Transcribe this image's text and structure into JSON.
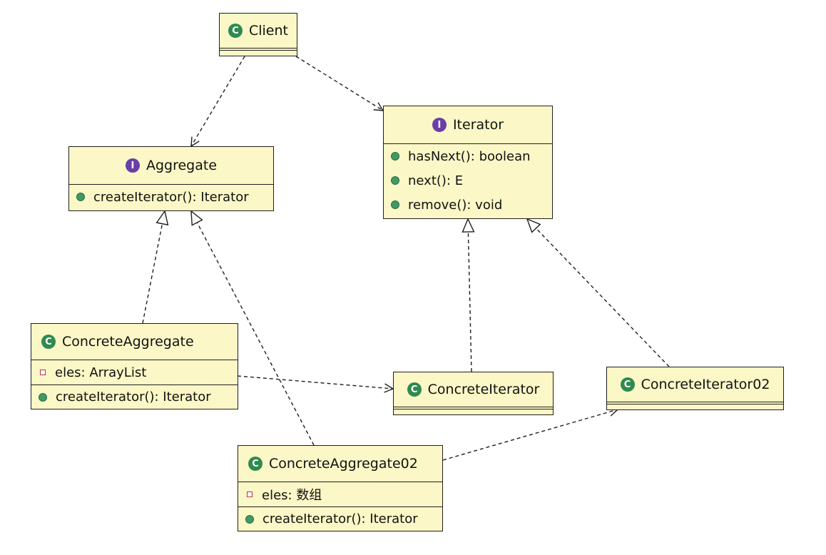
{
  "icons": {
    "class_letter": "C",
    "interface_letter": "I",
    "class_icon_color": "#2f8a4f",
    "interface_icon_color": "#6a3fa6",
    "method_icon_color": "#3f9a63",
    "field_icon_color": "#c0304a",
    "box_fill": "#fbf7c6"
  },
  "classes": {
    "client": {
      "name": "Client"
    },
    "iterator": {
      "name": "Iterator",
      "methods": [
        "hasNext(): boolean",
        "next(): E",
        "remove(): void"
      ]
    },
    "aggregate": {
      "name": "Aggregate",
      "methods": [
        "createIterator(): Iterator"
      ]
    },
    "concrete_aggregate": {
      "name": "ConcreteAggregate",
      "fields": [
        "eles: ArrayList"
      ],
      "methods": [
        "createIterator(): Iterator"
      ]
    },
    "concrete_iterator": {
      "name": "ConcreteIterator"
    },
    "concrete_iterator02": {
      "name": "ConcreteIterator02"
    },
    "concrete_aggregate02": {
      "name": "ConcreteAggregate02",
      "fields": [
        "eles: 数组"
      ],
      "methods": [
        "createIterator(): Iterator"
      ]
    }
  }
}
